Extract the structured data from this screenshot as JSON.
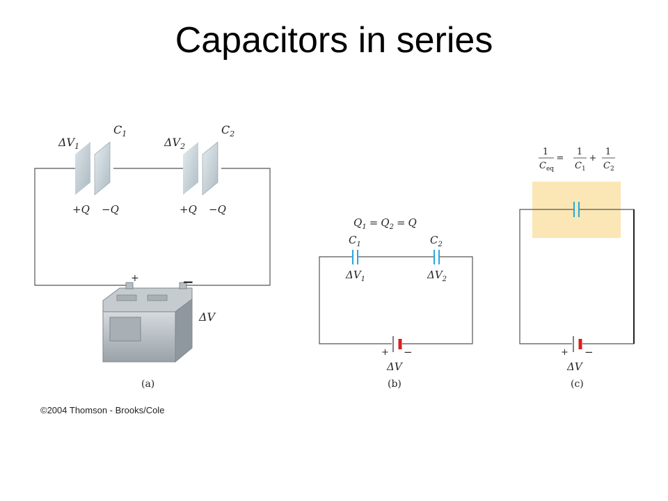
{
  "title": "Capacitors in series",
  "copyright": "©2004 Thomson - Brooks/Cole",
  "panel_a": {
    "caption": "(a)",
    "c1": {
      "sym": "C",
      "sub": "1"
    },
    "c2": {
      "sym": "C",
      "sub": "2"
    },
    "dv1": {
      "sym": "ΔV",
      "sub": "1"
    },
    "dv2": {
      "sym": "ΔV",
      "sub": "2"
    },
    "plus_q": "+Q",
    "minus_q": "−Q",
    "battery_plus": "+",
    "battery_minus": "−",
    "battery_dv": "ΔV"
  },
  "panel_b": {
    "caption": "(b)",
    "charge_eq": {
      "q": "Q",
      "sub1": "1",
      "sub2": "2",
      "eq": "=",
      "rhs": "Q"
    },
    "c1": {
      "sym": "C",
      "sub": "1"
    },
    "c2": {
      "sym": "C",
      "sub": "2"
    },
    "dv1": {
      "sym": "ΔV",
      "sub": "1"
    },
    "dv2": {
      "sym": "ΔV",
      "sub": "2"
    },
    "battery_plus": "+",
    "battery_minus": "−",
    "battery_dv": "ΔV"
  },
  "panel_c": {
    "caption": "(c)",
    "formula": {
      "one": "1",
      "ceq": "C",
      "ceq_sub": "eq",
      "c": "C",
      "sub1": "1",
      "sub2": "2",
      "eq": "=",
      "plus": "+"
    },
    "battery_plus": "+",
    "battery_minus": "−",
    "battery_dv": "ΔV"
  },
  "colors": {
    "wire": "#555555",
    "capacitor": "#2aa7d6",
    "battery": "#d82020",
    "highlight": "#fbe7b5",
    "plate": "#c9d4da"
  }
}
